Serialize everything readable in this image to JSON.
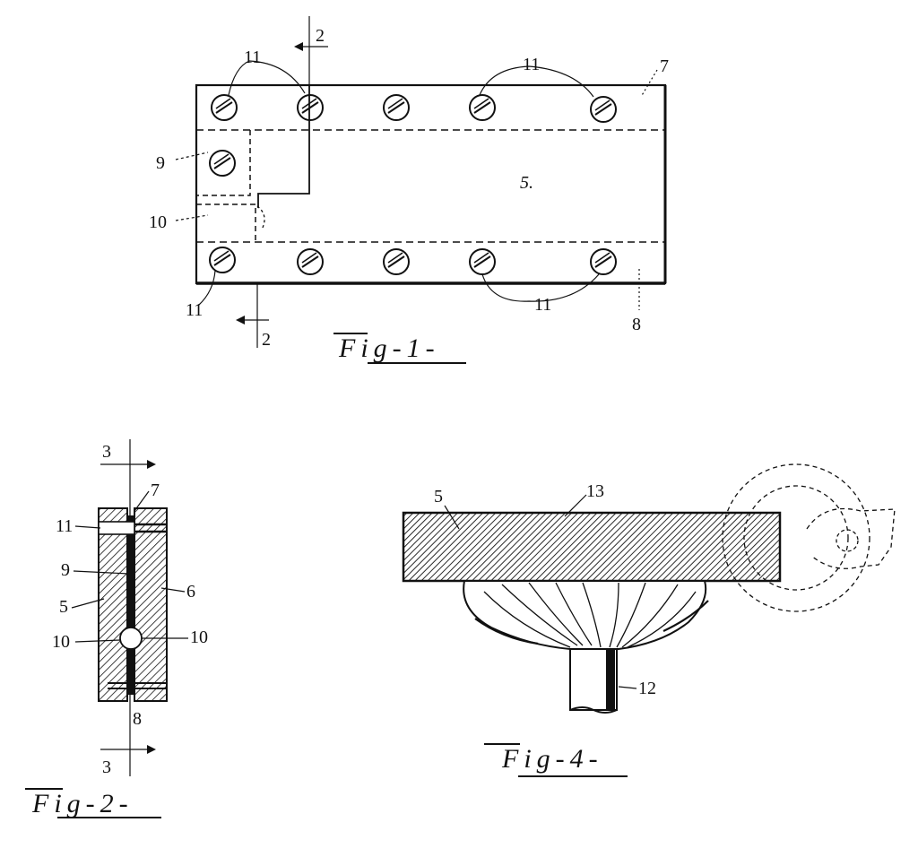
{
  "fig1": {
    "caption": "Fig-1-",
    "section_top": "2",
    "section_bottom": "2",
    "label_plate": "5.",
    "label_strip_top": "7",
    "label_strip_bottom": "8",
    "label_insert": "9",
    "label_opening": "10",
    "label_screws_top_left": "11",
    "label_screws_top_right": "11",
    "label_screws_bottom_left": "11",
    "label_screws_bottom_right": "11"
  },
  "fig2": {
    "caption": "Fig-2-",
    "section_top": "3",
    "section_bottom": "3",
    "label_top": "7",
    "label_bottom": "8",
    "label_screw": "11",
    "label_insert": "9",
    "label_left_block": "5",
    "label_right_block": "6",
    "label_opening_left": "10",
    "label_opening_right": "10"
  },
  "fig4": {
    "caption": "Fig-4-",
    "label_plate": "5",
    "label_surface": "13",
    "label_shaft": "12"
  }
}
